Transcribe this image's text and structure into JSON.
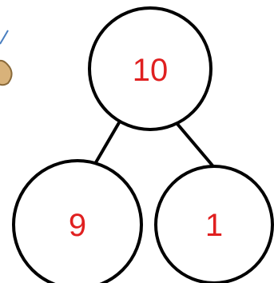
{
  "number_bond": {
    "whole": "10",
    "parts": [
      "9",
      "1"
    ]
  },
  "colors": {
    "number_text": "#e02020",
    "outline": "#000000"
  },
  "icons": {
    "cropped_left_graphic": "partial-illustration-icon"
  }
}
